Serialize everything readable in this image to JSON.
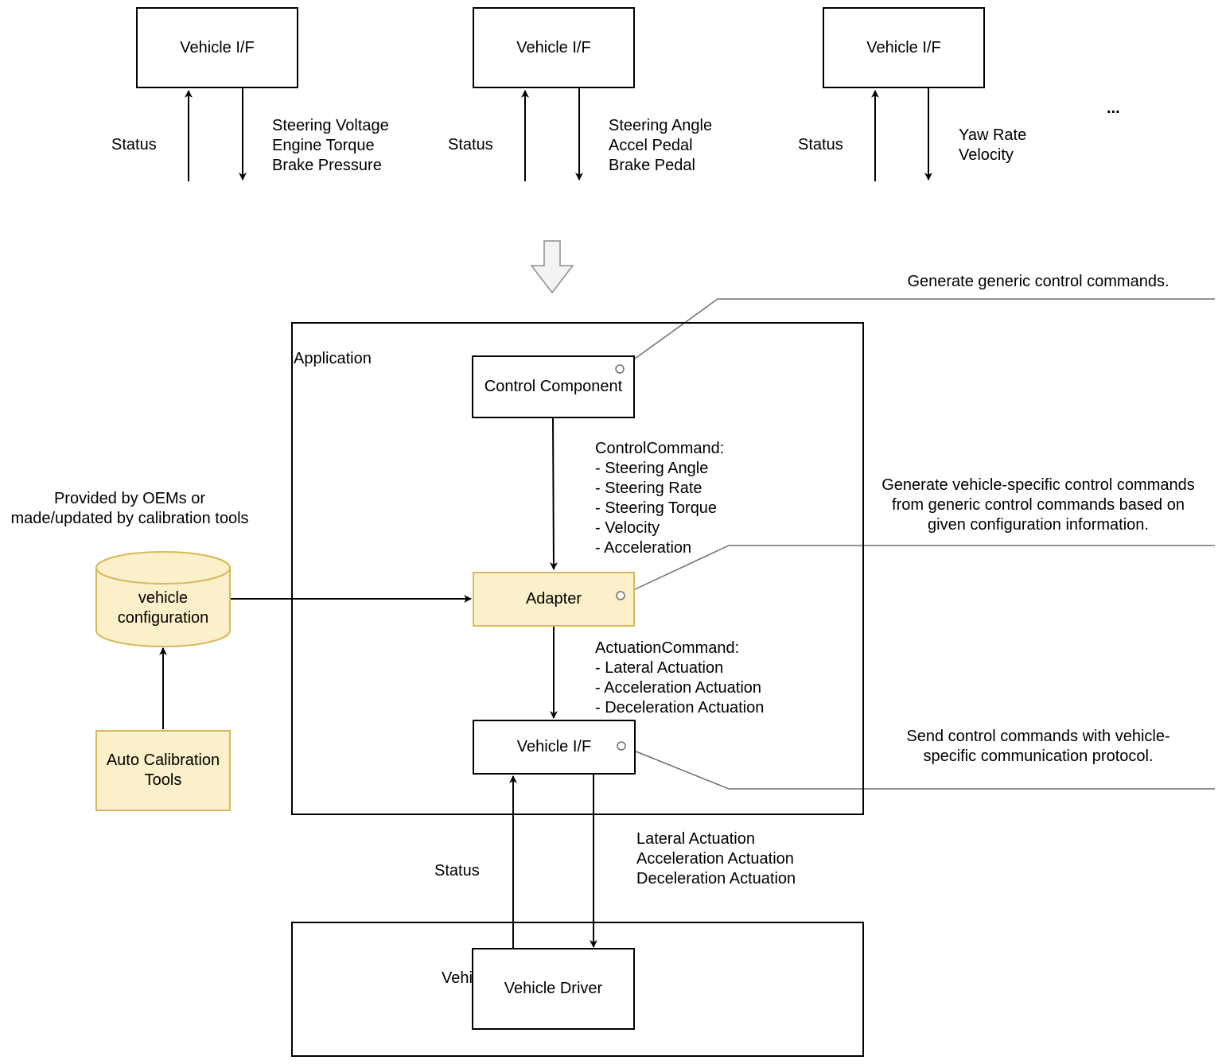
{
  "top_row": [
    {
      "box": "Vehicle I/F",
      "status": "Status",
      "commands": [
        "Steering Voltage",
        "Engine Torque",
        "Brake Pressure"
      ]
    },
    {
      "box": "Vehicle I/F",
      "status": "Status",
      "commands": [
        "Steering Angle",
        "Accel Pedal",
        "Brake Pedal"
      ]
    },
    {
      "box": "Vehicle I/F",
      "status": "Status",
      "commands": [
        "Yaw Rate",
        "Velocity"
      ]
    }
  ],
  "ellipsis": "...",
  "application": {
    "label": "Application",
    "control_component": "Control Component",
    "control_command": [
      "ControlCommand:",
      "- Steering Angle",
      "- Steering Rate",
      "- Steering Torque",
      "- Velocity",
      "- Acceleration"
    ],
    "adapter": "Adapter",
    "actuation_command": [
      "ActuationCommand:",
      "- Lateral Actuation",
      "- Acceleration Actuation",
      "- Deceleration Actuation"
    ],
    "vehicle_if": "Vehicle I/F"
  },
  "bottom": {
    "status": "Status",
    "actuations": [
      "Lateral Actuation",
      "Acceleration Actuation",
      "Deceleration Actuation"
    ],
    "vehicle_frame_label": "Vehi",
    "vehicle_driver": "Vehicle Driver"
  },
  "left": {
    "provided_note": [
      "Provided by OEMs or",
      "made/updated by calibration tools"
    ],
    "vehicle_configuration": [
      "vehicle",
      "configuration"
    ],
    "auto_calibration_tools": [
      "Auto Calibration",
      "Tools"
    ]
  },
  "notes": {
    "control_component": [
      "Generate generic control commands."
    ],
    "adapter": [
      "Generate vehicle-specific control commands",
      "from generic control commands based on",
      "given configuration information."
    ],
    "vehicle_if": [
      "Send control commands with vehicle-",
      "specific communication protocol."
    ]
  },
  "colors": {
    "highlight_fill": "#fbf0c9",
    "highlight_stroke": "#d8b85a",
    "callout_line": "#6e6e6e"
  }
}
